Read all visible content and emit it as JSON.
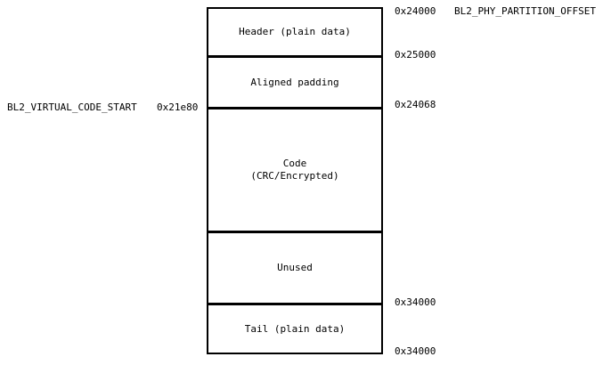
{
  "diagram": {
    "type": "memory-partition-layout",
    "box": {
      "sections": [
        {
          "id": "header",
          "label": "Header (plain data)"
        },
        {
          "id": "padding",
          "label": "Aligned padding"
        },
        {
          "id": "code",
          "label": "Code",
          "sublabel": "(CRC/Encrypted)"
        },
        {
          "id": "unused",
          "label": "Unused"
        },
        {
          "id": "tail",
          "label": "Tail (plain data)"
        }
      ]
    },
    "right_annotations": [
      {
        "address": "0x24000",
        "name": "BL2_PHY_PARTITION_OFFSET"
      },
      {
        "address": "0x25000"
      },
      {
        "address": "0x24068"
      },
      {
        "address": "0x34000"
      },
      {
        "address": "0x34000"
      }
    ],
    "left_annotation": {
      "name": "BL2_VIRTUAL_CODE_START",
      "address": "0x21e80"
    },
    "colors": {
      "line": "#000000",
      "background": "#ffffff",
      "text": "#000000"
    }
  }
}
